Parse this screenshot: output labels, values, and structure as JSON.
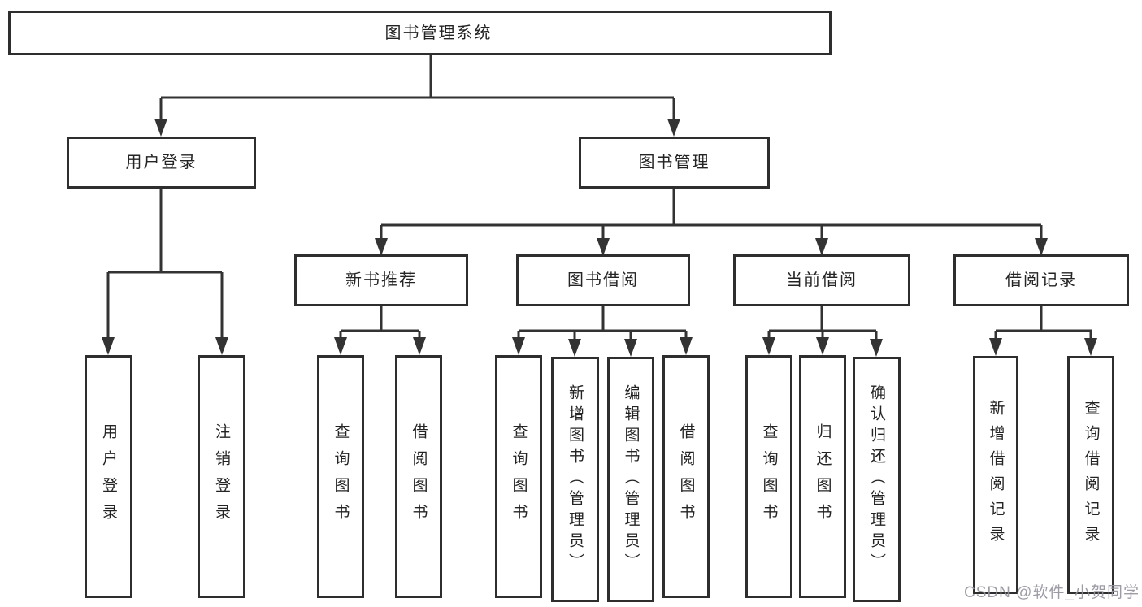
{
  "diagram": {
    "root": {
      "label": "图书管理系统"
    },
    "branches": [
      {
        "label": "用户登录",
        "children": [
          {
            "label": "用户登录"
          },
          {
            "label": "注销登录"
          }
        ]
      },
      {
        "label": "图书管理",
        "children": [
          {
            "label": "新书推荐",
            "children": [
              {
                "label": "查询图书"
              },
              {
                "label": "借阅图书"
              }
            ]
          },
          {
            "label": "图书借阅",
            "children": [
              {
                "label": "查询图书"
              },
              {
                "label": "新增图书（管理员）"
              },
              {
                "label": "编辑图书（管理员）"
              },
              {
                "label": "借阅图书"
              }
            ]
          },
          {
            "label": "当前借阅",
            "children": [
              {
                "label": "查询图书"
              },
              {
                "label": "归还图书"
              },
              {
                "label": "确认归还（管理员）"
              }
            ]
          },
          {
            "label": "借阅记录",
            "children": [
              {
                "label": "新增借阅记录"
              },
              {
                "label": "查询借阅记录"
              }
            ]
          }
        ]
      }
    ]
  },
  "watermark": {
    "text": "CSDN @软件_小贺同学"
  },
  "colors": {
    "box_border": "#2e2e2e",
    "connector": "#333333",
    "text": "#242424",
    "watermark": "#94949e",
    "background": "#ffffff"
  }
}
